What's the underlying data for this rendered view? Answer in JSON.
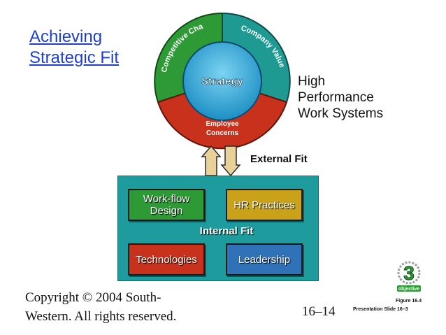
{
  "title": {
    "line1": "Achieving",
    "line2": "Strategic Fit"
  },
  "circle": {
    "center_label": "Strategy",
    "segments": {
      "competitive": "Competitive Challenges",
      "company": "Company Values",
      "employee_line1": "Employee",
      "employee_line2": "Concerns"
    }
  },
  "side_text": {
    "line1": "High",
    "line2": "Performance",
    "line3": "Work Systems"
  },
  "external_fit": "External Fit",
  "panel": {
    "boxes": {
      "workflow_line1": "Work-flow",
      "workflow_line2": "Design",
      "hr": "HR Practices",
      "technologies": "Technologies",
      "leadership": "Leadership"
    },
    "internal_fit": "Internal Fit"
  },
  "footer": {
    "copyright_line1": "Copyright © 2004 South-",
    "copyright_line2": "Western. All rights reserved.",
    "page_number": "16–14",
    "figure": "Figure 16.4",
    "slide": "Presentation Slide 16–3",
    "objective_number": "3",
    "objective_label": "objective"
  },
  "colors": {
    "competitive": "#2e9a35",
    "company": "#1f9a93",
    "employee": "#c8321c",
    "center": "#2fa7d9",
    "panel": "#1e9b9c",
    "workflow": "#2e9a35",
    "hr": "#c9a21a",
    "technologies": "#c8321c",
    "leadership": "#2f72b8",
    "title": "#1f3fd0"
  }
}
